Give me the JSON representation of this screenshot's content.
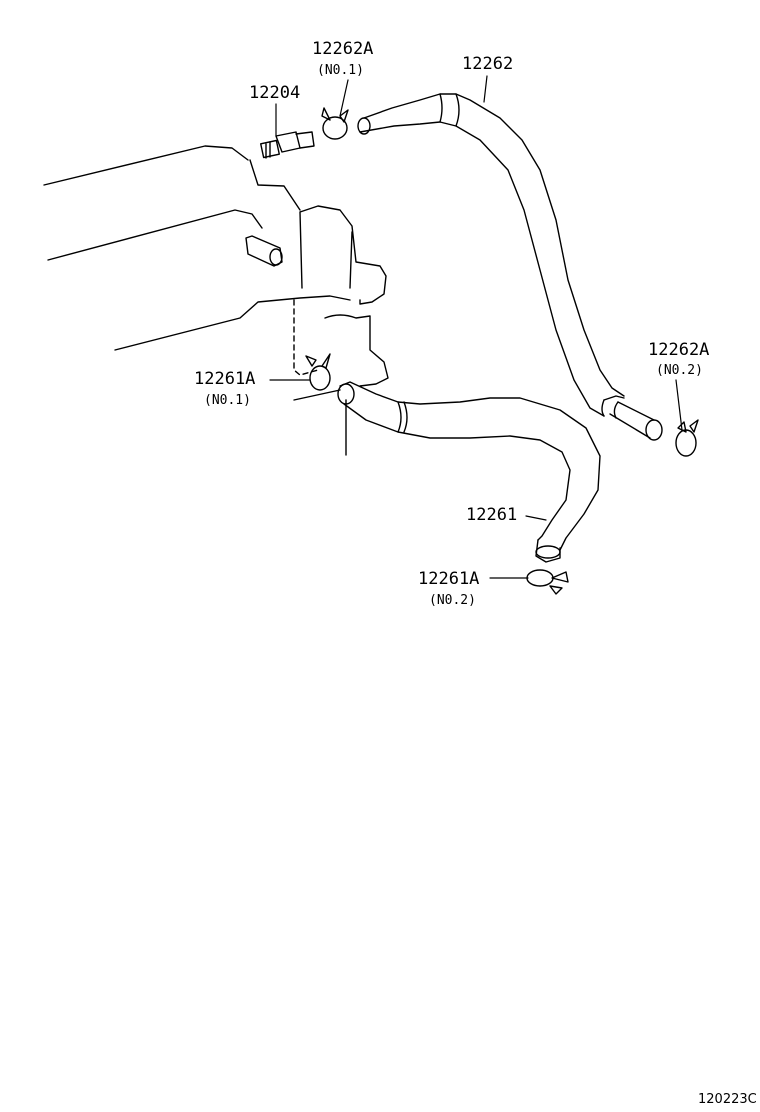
{
  "callouts": [
    {
      "part": "12262A",
      "note": "(N0.1)"
    },
    {
      "part": "12262"
    },
    {
      "part": "12204"
    },
    {
      "part": "12262A",
      "note": "(N0.2)"
    },
    {
      "part": "12261A",
      "note": "(N0.1)"
    },
    {
      "part": "12261"
    },
    {
      "part": "12261A",
      "note": "(N0.2)"
    }
  ],
  "figure_id": "120223C",
  "colors": {
    "line": "#000000",
    "background": "#ffffff"
  }
}
